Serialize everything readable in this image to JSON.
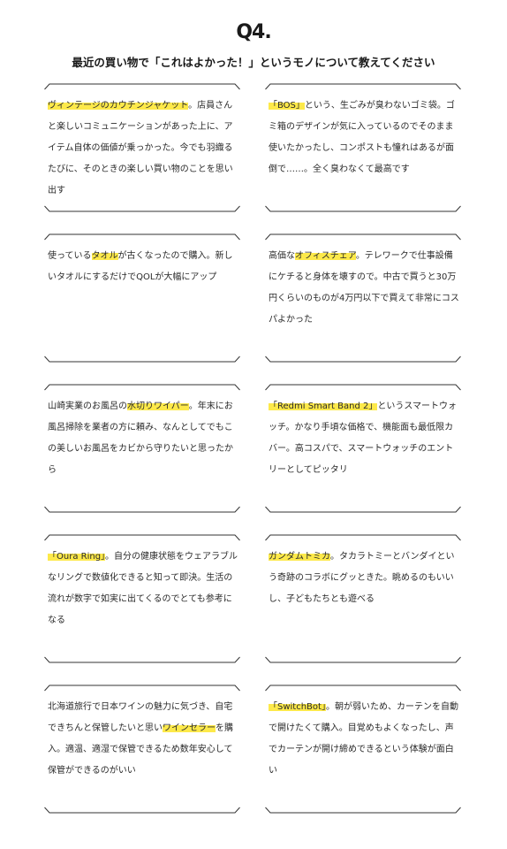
{
  "header": {
    "question_number": "Q4.",
    "question_text": "最近の買い物で「これはよかった！」というモノについて教えてください"
  },
  "colors": {
    "highlight": "#fde94a",
    "frame": "#333333",
    "text": "#2a2a2a"
  },
  "answers": [
    {
      "highlight": "ヴィンテージのカウチンジャケット",
      "rest": "。店員さんと楽しいコミュニケーションがあった上に、アイテム自体の価値が乗っかった。今でも羽織るたびに、そのときの楽しい買い物のことを思い出す"
    },
    {
      "highlight": "「BOS」",
      "rest": "という、生ごみが臭わないゴミ袋。ゴミ箱のデザインが気に入っているのでそのまま使いたかったし、コンポストも憧れはあるが面倒で……。全く臭わなくて最高です"
    },
    {
      "pre": "使っている",
      "highlight": "タオル",
      "rest": "が古くなったので購入。新しいタオルにするだけでQOLが大幅にアップ"
    },
    {
      "pre": "高価な",
      "highlight": "オフィスチェア",
      "rest": "。テレワークで仕事設備にケチると身体を壊すので。中古で買うと30万円くらいのものが4万円以下で買えて非常にコスパよかった"
    },
    {
      "pre": "山崎実業のお風呂の",
      "highlight": "水切りワイパー",
      "rest": "。年末にお風呂掃除を業者の方に頼み、なんとしてでもこの美しいお風呂をカビから守りたいと思ったから"
    },
    {
      "highlight": "「Redmi Smart Band 2」",
      "rest": "というスマートウォッチ。かなり手頃な価格で、機能面も最低限カバー。高コスパで、スマートウォッチのエントリーとしてピッタリ"
    },
    {
      "highlight": "「Oura Ring」",
      "rest": "。自分の健康状態をウェアラブルなリングで数値化できると知って即決。生活の流れが数字で如実に出てくるのでとても参考になる"
    },
    {
      "highlight": "ガンダムトミカ",
      "rest": "。タカラトミーとバンダイという奇跡のコラボにグッときた。眺めるのもいいし、子どもたちとも遊べる"
    },
    {
      "pre": "北海道旅行で日本ワインの魅力に気づき、自宅できちんと保管したいと思い",
      "highlight": "ワインセラー",
      "rest": "を購入。適温、適湿で保管できるため数年安心して保管ができるのがいい"
    },
    {
      "highlight": "「SwitchBot」",
      "rest": "。朝が弱いため、カーテンを自動で開けたくて購入。目覚めもよくなったし、声でカーテンが開け締めできるという体験が面白い"
    }
  ]
}
